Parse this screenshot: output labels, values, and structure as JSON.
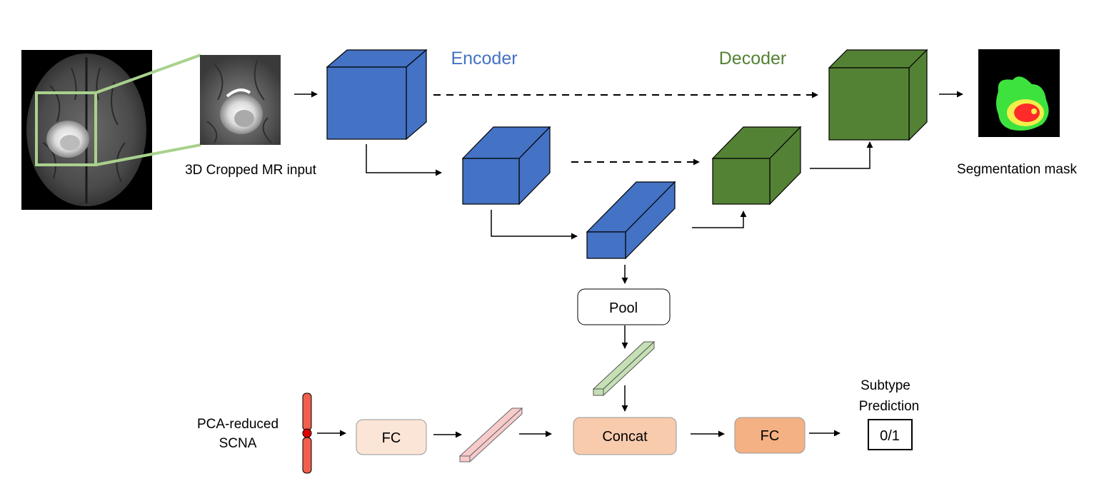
{
  "encoder_label": "Encoder",
  "decoder_label": "Decoder",
  "input_label": "3D Cropped MR input",
  "output_label": "Segmentation mask",
  "pool_label": "Pool",
  "concat_label": "Concat",
  "fc1_label": "FC",
  "fc2_label": "FC",
  "scna_label_line1": "PCA-reduced",
  "scna_label_line2": "SCNA",
  "subtype_line1": "Subtype",
  "subtype_line2": "Prediction",
  "prediction_value": "0/1",
  "colors": {
    "encoder": "#4472c4",
    "decoder": "#548235",
    "pool_feature": "#c5e0b4",
    "scna_feature": "#f8cbcb",
    "fc1": "#fbe5d6",
    "concat": "#f8cbad",
    "fc2": "#f4b183",
    "scna_bar": "#f0604d",
    "crop_box": "#a9d18e"
  }
}
